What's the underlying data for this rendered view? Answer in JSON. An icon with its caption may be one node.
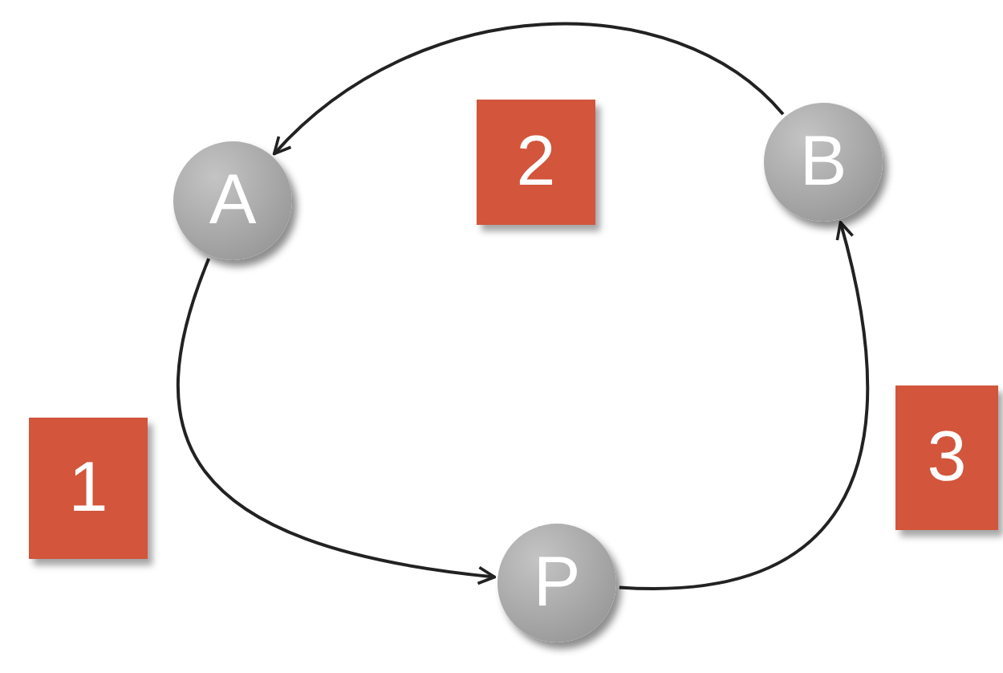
{
  "diagram": {
    "nodes": [
      {
        "text": [
          "A"
        ]
      },
      {
        "text": [
          "2"
        ]
      },
      {
        "text": [
          "B"
        ]
      },
      {
        "text": [
          "1"
        ]
      },
      {
        "text": [
          "3"
        ]
      },
      {
        "text": [
          "P"
        ]
      }
    ],
    "edges": [
      {
        "from": 2,
        "to": 0,
        "arrow": "to"
      },
      {
        "from": 0,
        "to": 5,
        "arrow": "to"
      },
      {
        "from": 5,
        "to": 2,
        "arrow": "to"
      }
    ]
  }
}
